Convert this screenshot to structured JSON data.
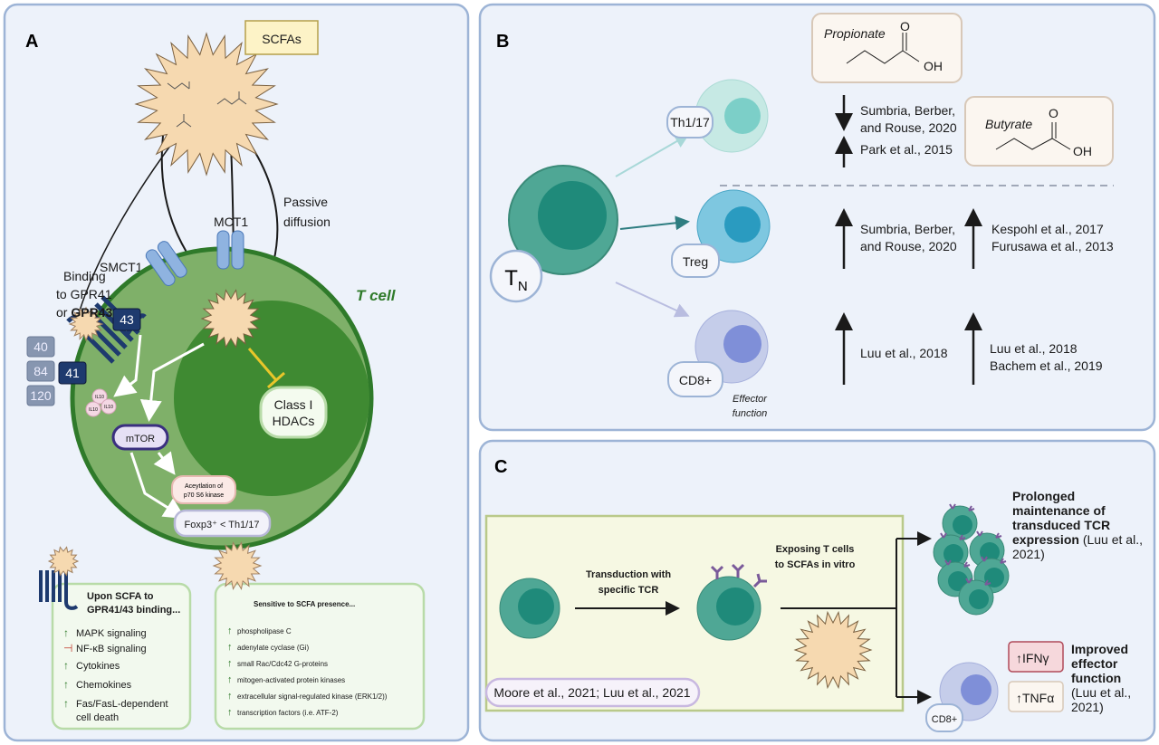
{
  "colors": {
    "panel_bg": "#edf2fa",
    "panel_border": "#9db4d6",
    "cell_green": "#7fb069",
    "nucleus_green": "#3f8a32",
    "scfa": "#f6d9b0",
    "receptor": "#1e3a6e",
    "up_arrow": "#2f7a2a",
    "inhibit": "#c0392b"
  },
  "panel_a": {
    "label": "A",
    "scfas": "SCFAs",
    "smct1": "SMCT1",
    "mct1": "MCT1",
    "passive": [
      "Passive",
      "diffusion"
    ],
    "binding": [
      "Binding",
      "to GPR41",
      "or ",
      "GPR43"
    ],
    "t_cell": "T cell",
    "receptor_labels": [
      "40",
      "84",
      "120",
      "43",
      "41"
    ],
    "il10": "IL10",
    "mtor": "mTOR",
    "hdacs": [
      "Class I",
      "HDACs"
    ],
    "acetylation": [
      "Aceytlation of",
      "p70 S6 kinase"
    ],
    "foxp3": "Foxp3⁺ < Th1/17",
    "box1": {
      "title": [
        "Upon SCFA to",
        "GPR41/43 binding..."
      ],
      "items": [
        {
          "icon": "up-arrow-icon",
          "text": "MAPK signaling"
        },
        {
          "icon": "inhibit-icon",
          "text": "NF-κB signaling"
        },
        {
          "icon": "up-arrow-icon",
          "text": "Cytokines"
        },
        {
          "icon": "up-arrow-icon",
          "text": "Chemokines"
        },
        {
          "icon": "up-arrow-icon",
          "text": "Fas/FasL-dependent"
        },
        {
          "icon": "",
          "text": "cell death"
        }
      ]
    },
    "box2": {
      "title": "Sensitive to SCFA presence...",
      "items": [
        "phospholipase C",
        "adenylate cyclase (Gi)",
        "small Rac/Cdc42 G-proteins",
        "mitogen-activated protein kinases",
        "extracellular signal-regulated kinase (ERK1/2))",
        "transcription factors (i.e.  ATF-2)"
      ]
    }
  },
  "panel_b": {
    "label": "B",
    "tn": "T",
    "tn_sub": "N",
    "th": "Th1/17",
    "treg": "Treg",
    "cd8": "CD8+",
    "effector": [
      "Effector",
      "function"
    ],
    "propionate": "Propionate",
    "butyrate": "Butyrate",
    "oh": "OH",
    "o": "O",
    "refs": {
      "th_down": [
        "Sumbria, Berber,",
        "and Rouse, 2020"
      ],
      "th_up": "Park et al., 2015",
      "treg_1": [
        "Sumbria, Berber,",
        "and Rouse, 2020"
      ],
      "treg_2": [
        "Kespohl et al., 2017",
        "Furusawa et al., 2013"
      ],
      "cd8_1": "Luu et al., 2018",
      "cd8_2": [
        "Luu et al., 2018",
        "Bachem et al., 2019"
      ]
    }
  },
  "panel_c": {
    "label": "C",
    "transduction": [
      "Transduction with",
      "specific TCR"
    ],
    "exposing": [
      "Exposing T cells",
      "to SCFAs in vitro"
    ],
    "citation": "Moore et al., 2021; Luu et al., 2021",
    "prolonged": [
      "Prolonged",
      "maintenance of",
      "transduced TCR",
      "expression",
      " (Luu et al.,",
      "2021)"
    ],
    "ifn": "IFNγ",
    "tnf": "TNFα",
    "improved": [
      "Improved",
      "effector",
      "function",
      "(Luu et al.,",
      "2021)"
    ],
    "cd8": "CD8+"
  }
}
